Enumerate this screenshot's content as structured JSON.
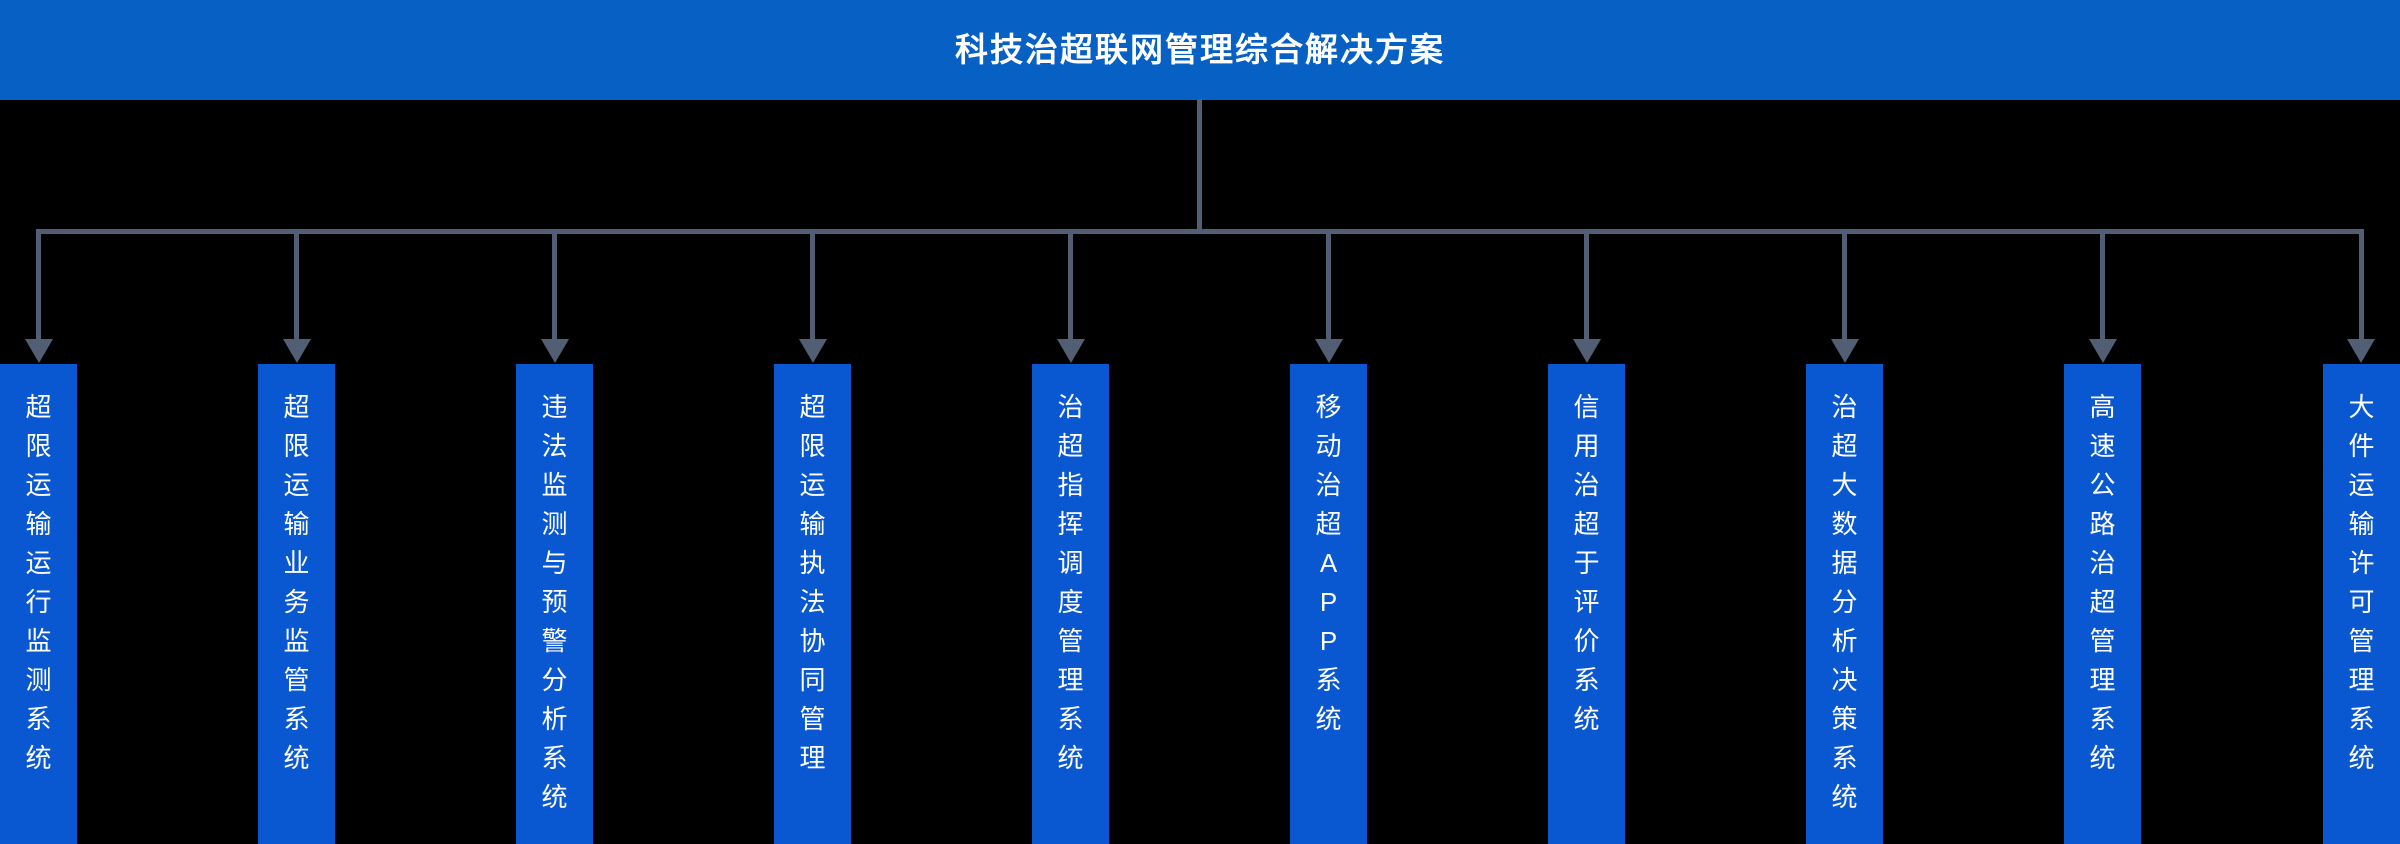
{
  "diagram": {
    "title": "科技治超联网管理综合解决方案",
    "colors": {
      "background": "#000000",
      "banner_blue": "#0760C4",
      "node_blue": "#0958D2",
      "connector_gray": "#525E74",
      "text_white": "#FFFFFF"
    },
    "icons": {
      "branch_arrow": "arrow-down"
    },
    "nodes": [
      {
        "label": "超限运输运行监测系统"
      },
      {
        "label": "超限运输业务监管系统"
      },
      {
        "label": "违法监测与预警分析系统"
      },
      {
        "label": "超限运输执法协同管理"
      },
      {
        "label": "治超指挥调度管理系统"
      },
      {
        "label": "移动治超APP系统"
      },
      {
        "label": "信用治超于评价系统"
      },
      {
        "label": "治超大数据分析决策系统"
      },
      {
        "label": "高速公路治超管理系统"
      },
      {
        "label": "大件运输许可管理系统"
      }
    ]
  }
}
